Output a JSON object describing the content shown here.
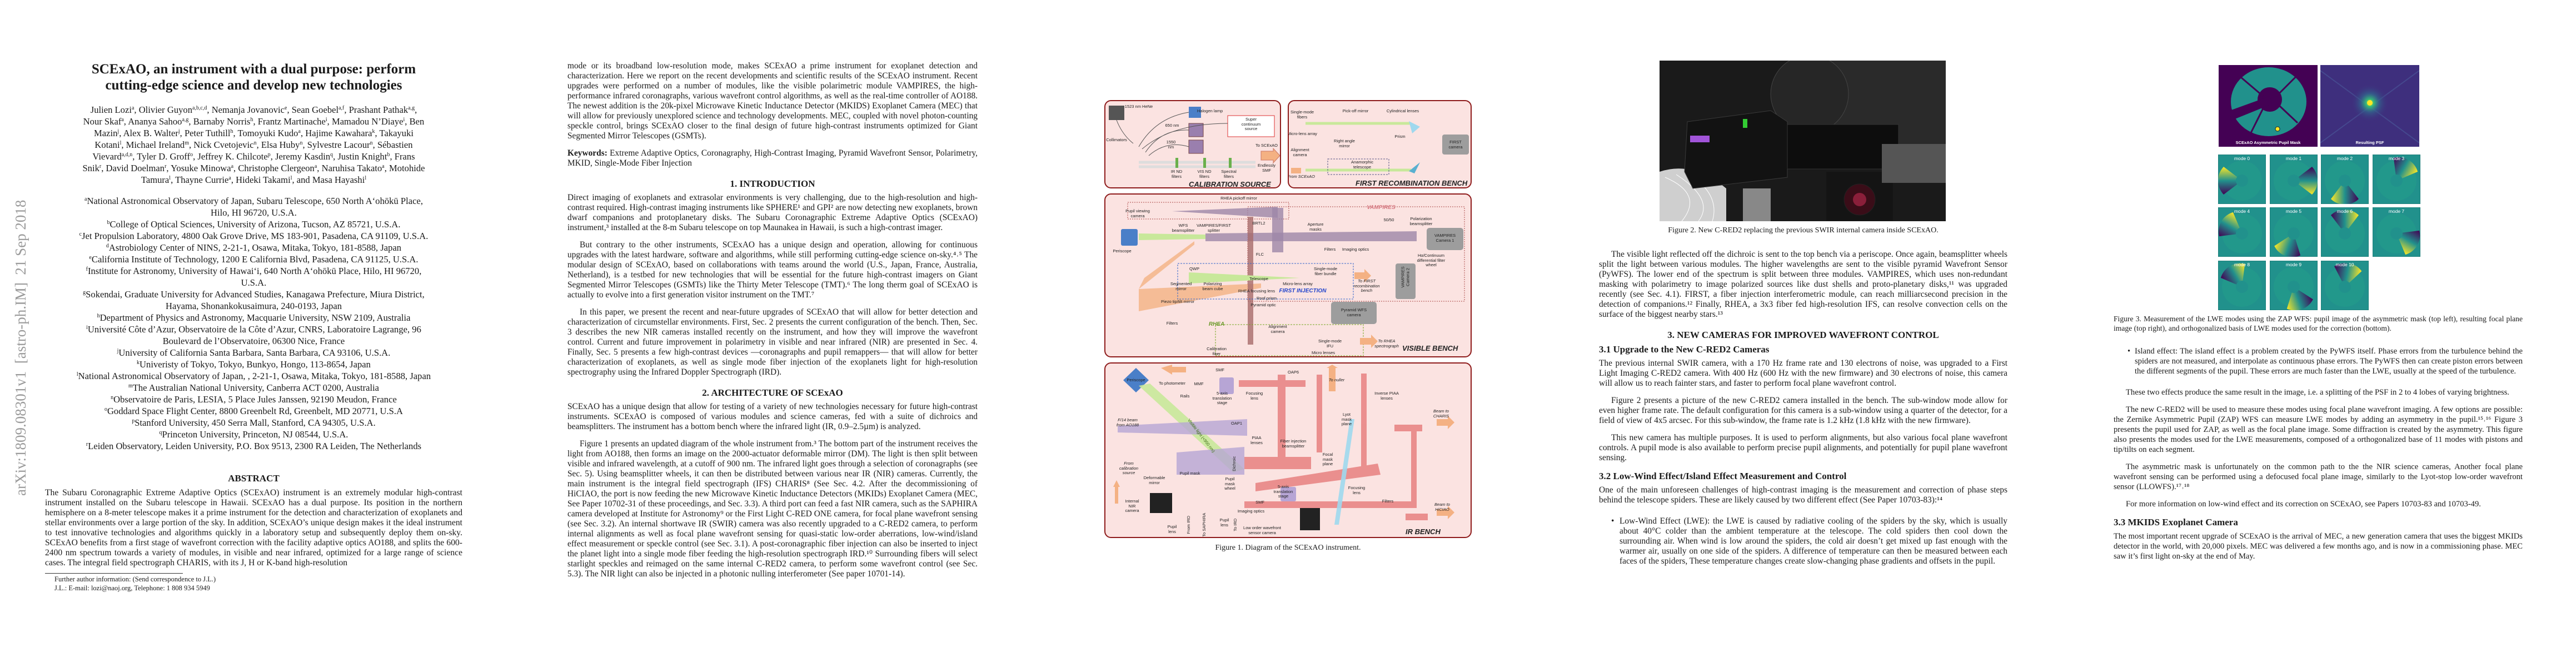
{
  "arxiv_stamp": "arXiv:1809.08301v1  [astro-ph.IM]  21 Sep 2018",
  "page1": {
    "title_lines": [
      "SCExAO, an instrument with a dual purpose: perform",
      "cutting-edge science and develop new technologies"
    ],
    "author_lines": [
      [
        {
          "n": "Julien Lozi",
          "s": "a"
        },
        {
          "n": "Olivier Guyon",
          "s": "a,b,c,d"
        },
        {
          "n": "Nemanja Jovanovic",
          "s": "e"
        },
        {
          "n": "Sean Goebel",
          "s": "a,f"
        },
        {
          "n": "Prashant Pathak",
          "s": "a,g",
          "end": ","
        }
      ],
      [
        {
          "n": "Nour Skaf",
          "s": "a"
        },
        {
          "n": "Ananya Sahoo",
          "s": "a,g"
        },
        {
          "n": "Barnaby Norris",
          "s": "h"
        },
        {
          "n": "Frantz Martinache",
          "s": "i"
        },
        {
          "n": "Mamadou N’Diaye",
          "s": "i"
        },
        {
          "n": "Ben",
          "s": ""
        }
      ],
      [
        {
          "n": "Mazin",
          "s": "j"
        },
        {
          "n": "Alex B. Walter",
          "s": "j"
        },
        {
          "n": "Peter Tuthill",
          "s": "h"
        },
        {
          "n": "Tomoyuki Kudo",
          "s": "a"
        },
        {
          "n": "Hajime Kawahara",
          "s": "k"
        },
        {
          "n": "Takayuki",
          "s": ""
        }
      ],
      [
        {
          "n": "Kotani",
          "s": "l"
        },
        {
          "n": "Michael Ireland",
          "s": "m"
        },
        {
          "n": "Nick Cvetojevic",
          "s": "n"
        },
        {
          "n": "Elsa Huby",
          "s": "n"
        },
        {
          "n": "Sylvestre Lacour",
          "s": "n"
        },
        {
          "n": "Sébastien",
          "s": ""
        }
      ],
      [
        {
          "n": "Vievard",
          "s": "a,d,n"
        },
        {
          "n": "Tyler D. Groff",
          "s": "o"
        },
        {
          "n": "Jeffrey K. Chilcote",
          "s": "p"
        },
        {
          "n": "Jeremy Kasdin",
          "s": "q"
        },
        {
          "n": "Justin Knight",
          "s": "b"
        },
        {
          "n": "Frans",
          "s": ""
        }
      ],
      [
        {
          "n": "Snik",
          "s": "r"
        },
        {
          "n": "David Doelman",
          "s": "r"
        },
        {
          "n": "Yosuke Minowa",
          "s": "a"
        },
        {
          "n": "Christophe Clergeon",
          "s": "a"
        },
        {
          "n": "Naruhisa Takato",
          "s": "a"
        },
        {
          "n": "Motohide",
          "s": ""
        }
      ],
      [
        {
          "n": "Tamura",
          "s": "l"
        },
        {
          "n": "Thayne Currie",
          "s": "a"
        },
        {
          "n": "Hideki Takami",
          "s": "l"
        },
        {
          "n": "and Masa Hayashi",
          "s": "l",
          "end": ""
        }
      ]
    ],
    "affiliation_lines": [
      {
        "s": "a",
        "t": "National Astronomical Observatory of Japan, Subaru Telescope, 650 North A‘ohōkū Place,"
      },
      {
        "s": "",
        "t": "Hilo, HI 96720, U.S.A."
      },
      {
        "s": "b",
        "t": "College of Optical Sciences, University of Arizona, Tucson, AZ 85721, U.S.A."
      },
      {
        "s": "c",
        "t": "Jet Propulsion Laboratory, 4800 Oak Grove Drive, MS 183-901, Pasadena, CA 91109, U.S.A."
      },
      {
        "s": "d",
        "t": "Astrobiology Center of NINS, 2-21-1, Osawa, Mitaka, Tokyo, 181-8588, Japan"
      },
      {
        "s": "e",
        "t": "California Institute of Technology, 1200 E California Blvd, Pasadena, CA 91125, U.S.A."
      },
      {
        "s": "f",
        "t": "Institute for Astronomy, University of Hawai‘i, 640 North A‘ohōkū Place, Hilo, HI 96720,"
      },
      {
        "s": "",
        "t": "U.S.A."
      },
      {
        "s": "g",
        "t": "Sokendai, Graduate University for Advanced Studies, Kanagawa Prefecture, Miura District,"
      },
      {
        "s": "",
        "t": "Hayama, Shonankokusaimura, 240-0193, Japan"
      },
      {
        "s": "h",
        "t": "Department of Physics and Astronomy, Macquarie University, NSW 2109, Australia"
      },
      {
        "s": "i",
        "t": "Université Côte d’Azur, Observatoire de la Côte d’Azur, CNRS, Laboratoire Lagrange, 96"
      },
      {
        "s": "",
        "t": "Boulevard de l’Observatoire, 06300 Nice, France"
      },
      {
        "s": "j",
        "t": "University of California Santa Barbara, Santa Barbara, CA 93106, U.S.A."
      },
      {
        "s": "k",
        "t": "Univeristy of Tokyo, Tokyo, Bunkyo, Hongo, 113-8654, Japan"
      },
      {
        "s": "l",
        "t": "National Astronomical Observatory of Japan, , 2-21-1, Osawa, Mitaka, Tokyo, 181-8588, Japan"
      },
      {
        "s": "m",
        "t": "The Australian National University, Canberra ACT 0200, Australia"
      },
      {
        "s": "n",
        "t": "Observatoire de Paris, LESIA, 5 Place Jules Janssen, 92190 Meudon, France"
      },
      {
        "s": "o",
        "t": "Goddard Space Flight Center, 8800 Greenbelt Rd, Greenbelt, MD 20771, U.S.A"
      },
      {
        "s": "p",
        "t": "Stanford University, 450 Serra Mall, Stanford, CA 94305, U.S.A."
      },
      {
        "s": "q",
        "t": "Princeton University, Princeton, NJ 08544, U.S.A."
      },
      {
        "s": "r",
        "t": "Leiden Observatory, Leiden University, P.O. Box 9513, 2300 RA Leiden, The Netherlands"
      }
    ],
    "abstract_heading": "ABSTRACT",
    "abstract": "The Subaru Coronagraphic Extreme Adaptive Optics (SCExAO) instrument is an extremely modular high-contrast instrument installed on the Subaru telescope in Hawaii. SCExAO has a dual purpose. Its position in the northern hemisphere on a 8-meter telescope makes it a prime instrument for the detection and characterization of exoplanets and stellar environments over a large portion of the sky. In addition, SCExAO’s unique design makes it the ideal instrument to test innovative technologies and algorithms quickly in a laboratory setup and subsequently deploy them on-sky. SCExAO benefits from a first stage of wavefront correction with the facility adaptive optics AO188, and splits the 600-2400 nm spectrum towards a variety of modules, in visible and near infrared, optimized for a large range of science cases. The integral field spectrograph CHARIS, with its J, H or K-band high-resolution",
    "footnote_1": "Further author information: (Send correspondence to J.L.)",
    "footnote_2": "J.L.: E-mail: lozi@naoj.org, Telephone: 1 808 934 5949"
  },
  "page2": {
    "abstract_cont": "mode or its broadband low-resolution mode, makes SCExAO a prime instrument for exoplanet detection and characterization. Here we report on the recent developments and scientific results of the SCExAO instrument. Recent upgrades were performed on a number of modules, like the visible polarimetric module VAMPIRES, the high-performance infrared coronagraphs, various wavefront control algorithms, as well as the real-time controller of AO188. The newest addition is the 20k-pixel Microwave Kinetic Inductance Detector (MKIDS) Exoplanet Camera (MEC) that will allow for previously unexplored science and technology developments. MEC, coupled with novel photon-counting speckle control, brings SCExAO closer to the final design of future high-contrast instruments optimized for Giant Segmented Mirror Telescopes (GSMTs).",
    "keywords_label": "Keywords:",
    "keywords": "Extreme Adaptive Optics, Coronagraphy, High-Contrast Imaging, Pyramid Wavefront Sensor, Polarimetry, MKID, Single-Mode Fiber Injection",
    "sec1_heading": "1. INTRODUCTION",
    "sec1_p1": "Direct imaging of exoplanets and extrasolar environments is very challenging, due to the high-resolution and high-contrast required. High-contrast imaging instruments like SPHERE¹ and GPI² are now detecting new exoplanets, brown dwarf companions and protoplanetary disks. The Subaru Coronagraphic Extreme Adaptive Optics (SCExAO) instrument,³ installed at the 8-m Subaru telescope on top Maunakea in Hawaii, is such a high-contrast imager.",
    "sec1_p2": "But contrary to the other instruments, SCExAO has a unique design and operation, allowing for continuous upgrades with the latest hardware, software and algorithms, while still performing cutting-edge science on-sky.⁴˒⁵ The modular design of SCExAO, based on collaborations with teams around the world (U.S., Japan, France, Australia, Netherland), is a testbed for new technologies that will be essential for the future high-contrast imagers on Giant Segmented Mirror Telescopes (GSMTs) like the Thirty Meter Telescope (TMT).⁶ The long therm goal of SCExAO is actually to evolve into a first generation visitor instrument on the TMT.⁷",
    "sec1_p3": "In this paper, we present the recent and near-future upgrades of SCExAO that will allow for better detection and characterization of circumstellar environments. First, Sec. 2 presents the current configuration of the bench. Then, Sec. 3 describes the new NIR cameras installed recently on the instrument, and how they will improve the wavefront control. Current and future improvement in polarimetry in visible and near infrared (NIR) are presented in Sec. 4. Finally, Sec. 5 presents a few high-contrast devices —coronagraphs and pupil remappers— that will allow for better characterization of exoplanets, as well as single mode fiber injection of the exoplanets light for high-resolution spectrography using the Infrared Doppler Spectrograph (IRD).",
    "sec2_heading": "2. ARCHITECTURE OF SCExAO",
    "sec2_p1": "SCExAO has a unique design that allow for testing of a variety of new technologies necessary for future high-contrast instruments. SCExAO is composed of various modules and science cameras, fed with a suite of dichroics and beamsplitters. The instrument has a bottom bench where the infrared light (IR, 0.9–2.5µm) is analyzed.",
    "sec2_p2": "Figure 1 presents an updated diagram of the whole instrument from.³ The bottom part of the instrument receives the light from AO188, then forms an image on the 2000-actuator deformable mirror (DM). The light is then split between visible and infrared wavelength, at a cutoff of 900 nm. The infrared light goes through a selection of coronagraphs (see Sec. 5). Using beamsplitter wheels, it can then be distributed between various near IR (NIR) cameras. Currently, the main instrument is the integral field spectrograph (IFS) CHARIS⁸ (See Sec. 4.2. After the decommissioning of HiCIAO, the port is now feeding the new Microwave Kinetic Inductance Detectors (MKIDs) Exoplanet Camera (MEC, See Paper 10702-31 of these proceedings, and Sec. 3.3). A third port can feed a fast NIR camera, such as the SAPHIRA camera developed at Institute for Astronomy⁹ or the First Light C-RED ONE camera, for focal plane wavefront sensing (see Sec. 3.2). An internal shortwave IR (SWIR) camera was also recently upgraded to a C-RED2 camera, to perform internal alignments as well as focal plane wavefront sensing for quasi-static low-order aberrations, low-wind/island effect measurement or speckle control (see Sec. 3.1). A post-coronagraphic fiber injection can also be inserted to inject the planet light into a single mode fiber feeding the high-resolution spectrograph IRD.¹⁰ Surrounding fibers will select starlight speckles and reimaged on the same internal C-RED2 camera, to perform some wavefront control (see Sec. 5.3). The NIR light can also be injected in a photonic nulling interferometer (See paper 10701-14)."
  },
  "figure1": {
    "caption": "Figure 1. Diagram of the SCExAO instrument.",
    "calibration": [
      "1523 nm HeNe",
      "Halogen lamp",
      "Super\ncontinuum\nsource",
      "650 nm",
      "Collimators",
      "1550\nnm",
      "To SCExAO",
      "IR ND\nfilters",
      "VIS ND\nfilters",
      "Spectral\nfilters",
      "Endlessly\nSMF",
      "CALIBRATION SOURCE"
    ],
    "first": [
      "Single-mode\nfibers",
      "Pick-off mirror",
      "Cylindrical lenses",
      "Micro-lens array",
      "Prism",
      "Right angle\nmirror",
      "Alignment\ncamera",
      "FIRST\ncamera",
      "Anamorphic\ntelescope",
      "From SCExAO",
      "FIRST RECOMBINATION BENCH"
    ],
    "visible": [
      "RHEA pickoff mirror",
      "Pupil viewing\ncamera",
      "VAMPIRES",
      "50/50",
      "Polarization\nbeamsplitter",
      "WFS\nbeamsplitter",
      "VAMPIRES/FIRST\nsplitter",
      "BRTL2",
      "Aperture\nmasks",
      "VAMPIRES\nCamera 1",
      "Periscope",
      "FLC",
      "Filters",
      "Imaging optics",
      "Hα/Continuum\ndifferential filter\nwheel",
      "QWP",
      "Single-mode\nfiber bundle",
      "To FIRST\nrecombination\nbench",
      "Telescope",
      "Micro-lens array",
      "Segmented\nmirror",
      "Polarizing\nbeam cube",
      "RHEA focusing lens",
      "FIRST INJECTION",
      "VAMPIRES\nCamera 2",
      "Roof prism",
      "Piezo tip/tilt mirror",
      "Pyramid optic",
      "Pyramid WFS\ncamera",
      "Filters",
      "RHEA",
      "Alignment\ncamera",
      "Single-mode\nIFU",
      "To RHEA\nspectrograph",
      "Calibration\nfiber",
      "Micro lenses",
      "VISIBLE BENCH"
    ],
    "ir": [
      "Periscope",
      "To photometer",
      "SMF",
      "MMF",
      "Rails",
      "5-axis\ntranslation\nstage",
      "Focusing\nlens",
      "OAP6",
      "To nuller",
      "Inverse PIAA\nlenses",
      "Lyot\nmask\nplane",
      "Beam to\nCHARIS",
      "F/14 beam\nfrom AO188",
      "OAP1",
      "Visible light (<950 nm)",
      "PIAA\nlenses",
      "Fiber injection\nbeamsplitter",
      "Focal\nmask\nplane",
      "From\ncalibration\nsource",
      "Deformable\nmirror",
      "Pupil mask",
      "Dichroic",
      "Pupil\nmask\nwheel",
      "Focusing\nlens",
      "5-axis\ntranslation\nstage",
      "Internal\nNIR\ncamera",
      "SMF",
      "Filters",
      "Beam to\nHiCIAO",
      "Imaging optics",
      "Pupil\nlens",
      "Pupil\nlens",
      "From IRD",
      "To SAPHIRA",
      "To IRD",
      "Low order wavefront\nsensor camera",
      "IR BENCH"
    ]
  },
  "figure2": {
    "caption": "Figure 2. New C-RED2 replacing the previous SWIR internal camera inside SCExAO."
  },
  "page3": {
    "p1": "The visible light reflected off the dichroic is sent to the top bench via a periscope. Once again, beamsplitter wheels split the light between various modules. The higher wavelengths are sent to the visible pyramid Wavefront Sensor (PyWFS). The lower end of the spectrum is split between three modules. VAMPIRES, which uses non-redundant masking with polarimetry to image polarized sources like dust shells and proto-planetary disks,¹¹ was upgraded recently (see Sec. 4.1). FIRST, a fiber injection interferometric module, can reach milliarcsecond precision in the detection of companions.¹² Finally, RHEA, a 3x3 fiber fed high-resolution IFS, can resolve convection cells on the surface of the biggest nearby stars.¹³",
    "sec3_heading": "3. NEW CAMERAS FOR IMPROVED WAVEFRONT CONTROL",
    "sub31": "3.1  Upgrade to the New C-RED2 Cameras",
    "p31a": "The previous internal SWIR camera, with a 170 Hz frame rate and 130 electrons of noise, was upgraded to a First Light Imaging C-RED2 camera. With 400 Hz (600 Hz with the new firmware) and 30 electrons of noise, this camera will allow us to reach fainter stars, and faster to perform focal plane wavefront control.",
    "p31b": "Figure 2 presents a picture of the new C-RED2 camera installed in the bench. The sub-window mode allow for even higher frame rate. The default configuration for this camera is a sub-window using a quarter of the detector, for a field of view of 4x5 arcsec. For this sub-window, the frame rate is 1.2 kHz (1.8 kHz with the new firmware).",
    "p31c": "This new camera has multiple purposes. It is used to perform alignments, but also various focal plane wavefront controls. A pupil mode is also available to perform precise pupil alignments, and potentially for pupil plane wavefront sensing.",
    "sub32": "3.2  Low-Wind Effect/Island Effect Measurement and Control",
    "p32a": "One of the main unforeseen challenges of high-contrast imaging is the measurement and correction of phase steps behind the telescope spiders. These are likely caused by two different effect (See Paper 10703-83):¹⁴",
    "bullet_lwe": "Low-Wind Effect (LWE): the LWE is caused by radiative cooling of the spiders by the sky, which is usually about 40°C colder than the ambient temperature at the telescope. The cold spiders then cool down the surrounding air. When wind is low around the spiders, the cold air doesn’t get mixed up fast enough with the warmer air, usually on one side of the spiders. A difference of temperature can then be measured between each faces of the spiders, These temperature changes create slow-changing phase gradients and offsets in the pupil."
  },
  "figure3": {
    "pupil_label": "SCExAO Asymmetric Pupil Mask",
    "psf_label": "Resulting PSF",
    "modes": [
      "mode 0",
      "mode 1",
      "mode 2",
      "mode 3",
      "mode 4",
      "mode 5",
      "mode 6",
      "mode 7",
      "mode 8",
      "mode 9",
      "mode 10"
    ],
    "caption": "Figure 3. Measurement of the LWE modes using the ZAP WFS: pupil image of the asymmetric mask (top left), resulting focal plane image (top right), and orthogonalized basis of LWE modes used for the correction (bottom).",
    "colors": {
      "bg_dark": "#440154",
      "teal": "#21918c",
      "yellow": "#fde725",
      "psf_bg": "#3e2f7d"
    }
  },
  "page4": {
    "bullet_island": "Island effect: The island effect is a problem created by the PyWFS itself. Phase errors from the turbulence behind the spiders are not measured, and interpolate as continuous phase errors. The PyWFS then can create piston errors between the different segments of the pupil. These errors are much faster than the LWE, usually at the speed of the turbulence.",
    "p1": "These two effects produce the same result in the image, i.e. a splitting of the PSF in 2 to 4 lobes of varying brightness.",
    "p2": "The new C-RED2 will be used to measure these modes using focal plane wavefront imaging. A few options are possible: the Zernike Asymmetric Pupil (ZAP) WFS can measure LWE modes by adding an asymmetry in the pupil.¹⁵˒¹⁶ Figure 3 presents the pupil used for ZAP, as well as the focal plane image. Some diffraction is created by the asymmetry. This figure also presents the modes used for the LWE measurements, composed of a orthogonalized base of 11 modes with pistons and tip/tilts on each segment.",
    "p3": "The asymmetric mask is unfortunately on the common path to the the NIR science cameras, Another focal plane wavefront sensing can be performed using a defocused focal plane image, similarly to the Lyot-stop low-order wavefront sensor (LLOWFS).¹⁷˒¹⁸",
    "p4": "For more information on low-wind effect and its correction on SCExAO, see Papers 10703-83 and 10703-49.",
    "sub33": "3.3  MKIDS Exoplanet Camera",
    "p5": "The most important recent upgrade of SCExAO is the arrival of MEC, a new generation camera that uses the biggest MKIDs detector in the world, with 20,000 pixels. MEC was delivered a few months ago, and is now in a commissioning phase. MEC saw it’s first light on-sky at the end of May."
  }
}
